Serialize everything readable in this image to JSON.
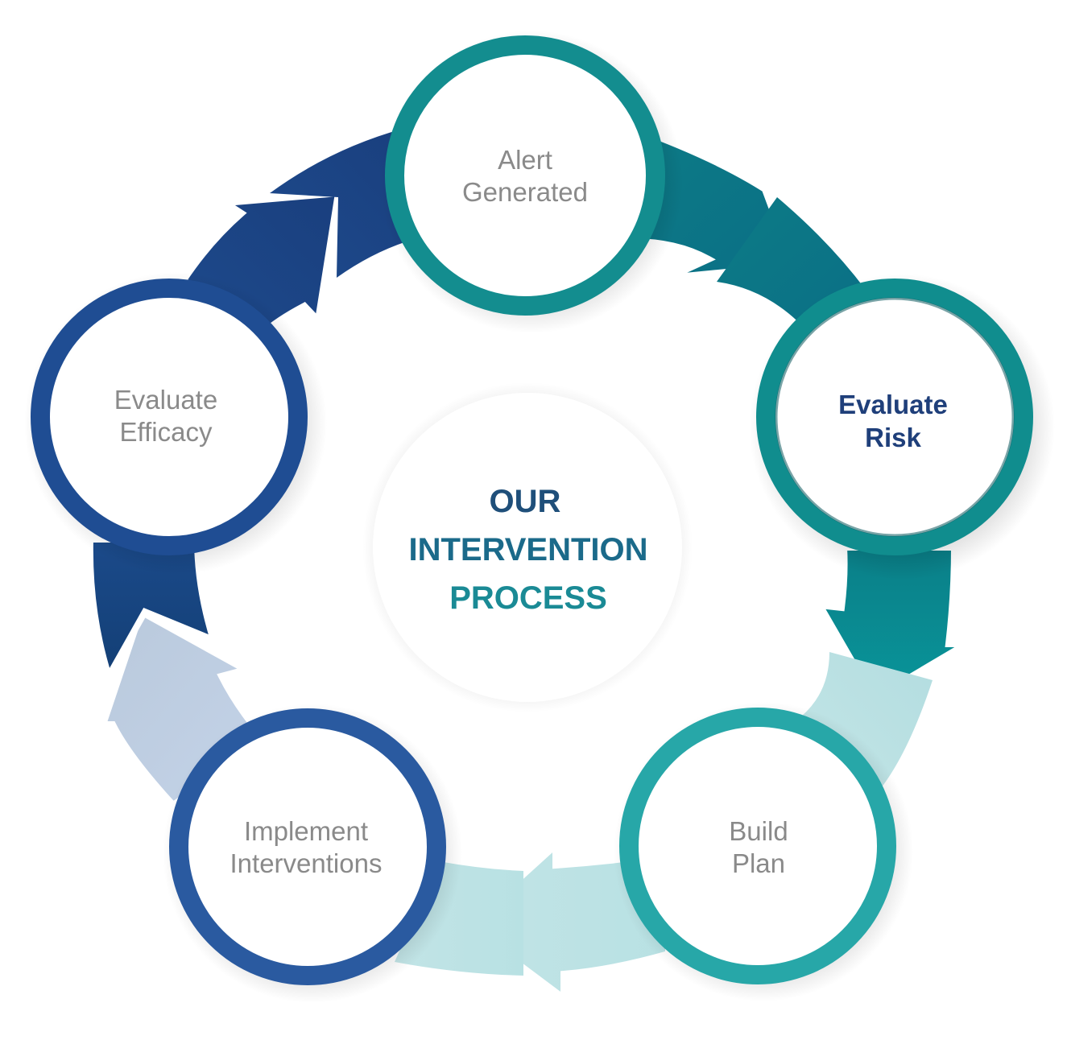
{
  "diagram": {
    "center": {
      "line1": "OUR",
      "line2": "INTERVENTION",
      "line3": "PROCESS"
    },
    "nodes": [
      {
        "line1": "Alert",
        "line2": "Generated"
      },
      {
        "line1": "Evaluate",
        "line2": "Risk"
      },
      {
        "line1": "Build",
        "line2": "Plan"
      },
      {
        "line1": "Implement",
        "line2": "Interventions"
      },
      {
        "line1": "Evaluate",
        "line2": "Efficacy"
      }
    ]
  },
  "colors": {
    "teal_dark": "#0a7f86",
    "teal": "#1aa3a3",
    "teal_light": "#b5dfe0",
    "navy": "#1f4f8f",
    "navy_dark": "#163f7a",
    "blue_grey_light": "#b8c9df",
    "label_grey": "#8a8a8a",
    "active_label": "#1f3f7a",
    "title_navy": "#1f4f7a",
    "title_teal": "#1a8a95"
  }
}
